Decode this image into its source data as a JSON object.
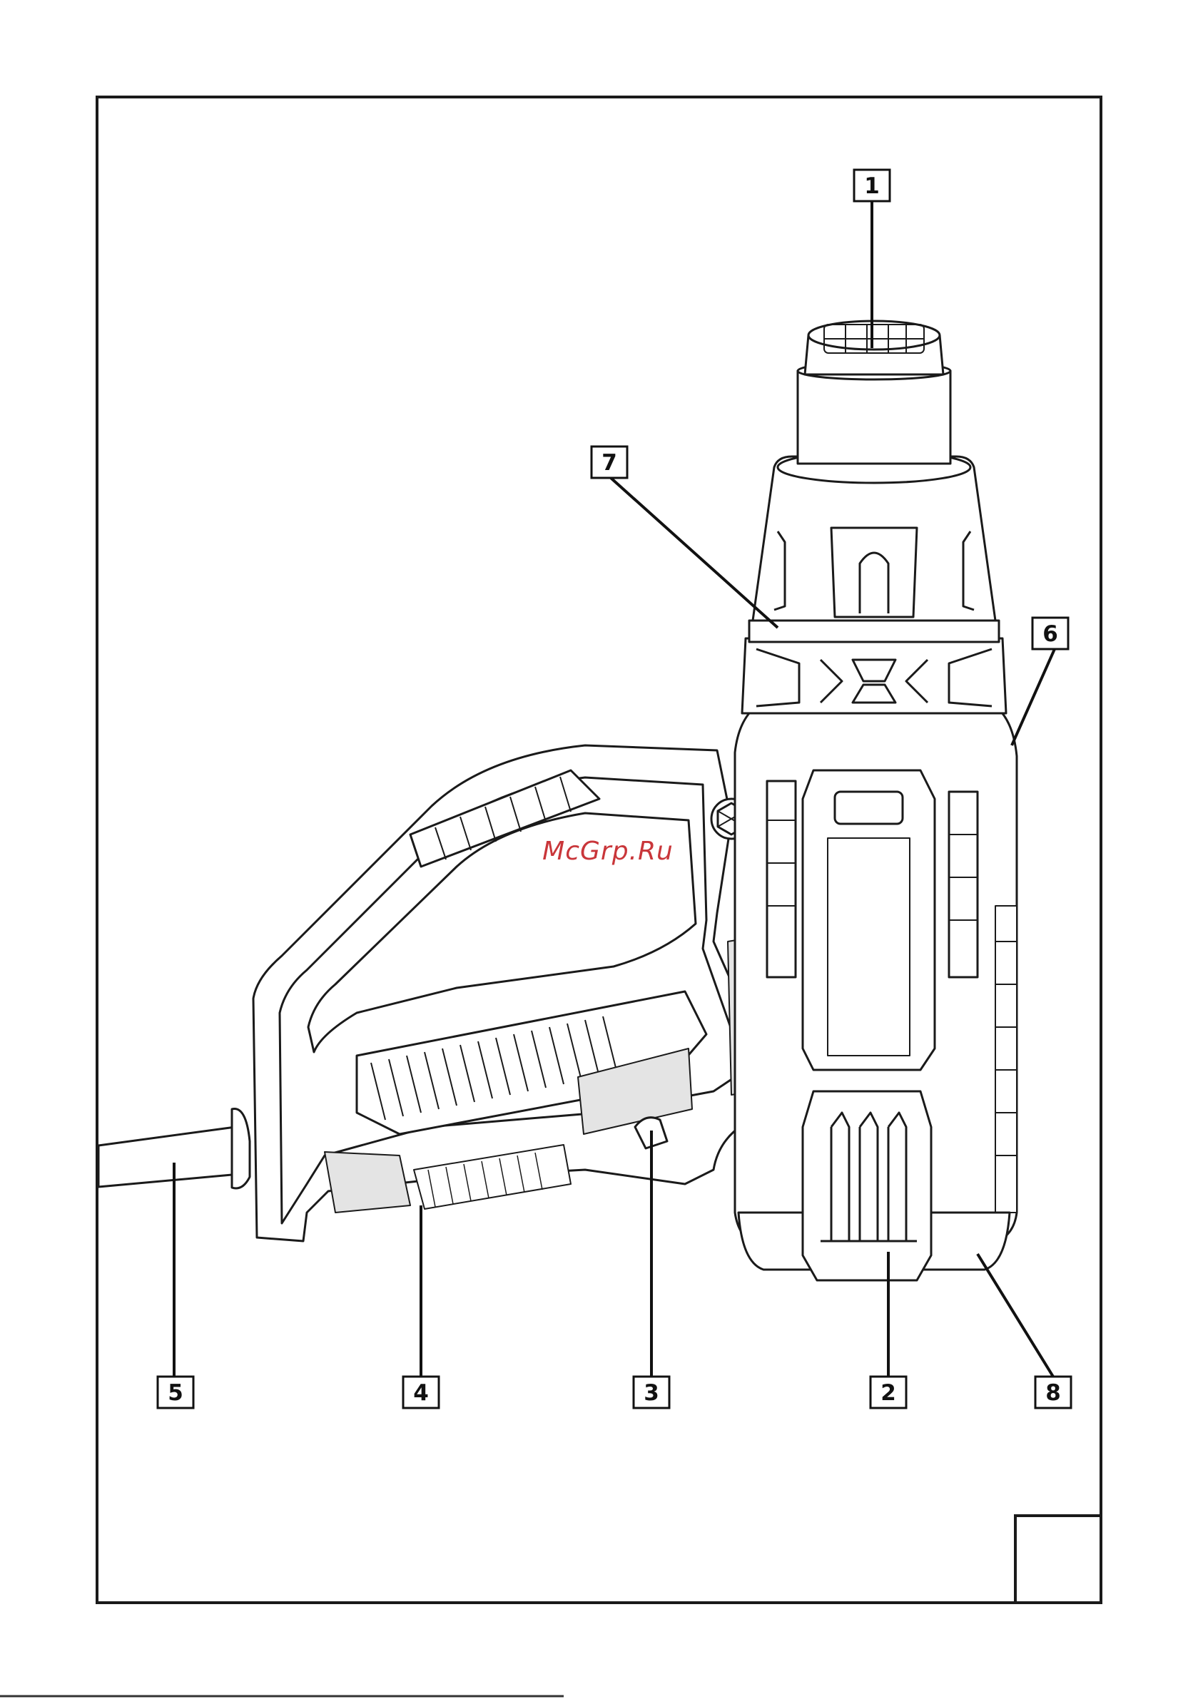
{
  "watermark": "McGrp.Ru",
  "callouts": [
    {
      "id": "callout-1",
      "label": "1"
    },
    {
      "id": "callout-2",
      "label": "2"
    },
    {
      "id": "callout-3",
      "label": "3"
    },
    {
      "id": "callout-4",
      "label": "4"
    },
    {
      "id": "callout-5",
      "label": "5"
    },
    {
      "id": "callout-6",
      "label": "6"
    },
    {
      "id": "callout-7",
      "label": "7"
    },
    {
      "id": "callout-8",
      "label": "8"
    }
  ],
  "page_number": ""
}
